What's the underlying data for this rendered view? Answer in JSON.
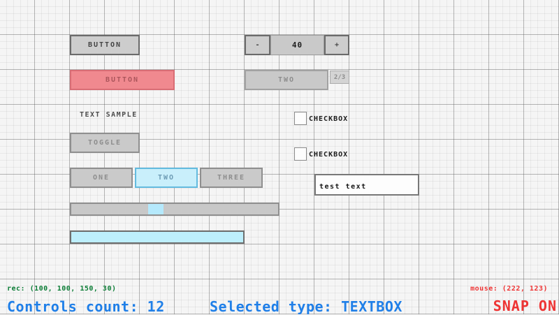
{
  "controls": {
    "button": {
      "label": "BUTTON"
    },
    "button_red": {
      "label": "BUTTON"
    },
    "text_label": {
      "text": "TEXT SAMPLE"
    },
    "toggle": {
      "label": "TOGGLE"
    },
    "toggle_group": {
      "items": [
        "ONE",
        "TWO",
        "THREE"
      ],
      "active": "TWO"
    },
    "spinner": {
      "minus_label": "-",
      "value": "40",
      "plus_label": "+"
    },
    "combobox": {
      "selected": "TWO",
      "counter": "2/3"
    },
    "checkbox_1": {
      "label": "CHECKBOX",
      "checked": false
    },
    "checkbox_2": {
      "label": "CHECKBOX",
      "checked": false
    },
    "textbox": {
      "value": "test text"
    },
    "slider": {
      "approx_percent": 40
    },
    "progressbar": {
      "approx_percent": 100
    }
  },
  "statusbar": {
    "rec": "rec: (100, 100, 150, 30)",
    "controls_count": "Controls count: 12",
    "selected_type": "Selected type: TEXTBOX",
    "mouse": "mouse: (222, 123)",
    "snap": "SNAP ON"
  },
  "colors": {
    "background": "#f5f5f5",
    "grid_minor": "#ebebeb",
    "grid_major": "#bdbdbd",
    "control_base": "#cacaca",
    "control_border": "#8f8f8f",
    "control_text": "#8d8d8d",
    "active_base": "#c9effb",
    "active_border": "#63bbdf",
    "active_text": "#6d9cb5",
    "red_base": "#f0898f",
    "red_border": "#d96d75",
    "status_green": "#0b7c35",
    "status_blue": "#1f7fe8",
    "status_red": "#ee3434",
    "handle_blue": "#b5e9fc"
  }
}
